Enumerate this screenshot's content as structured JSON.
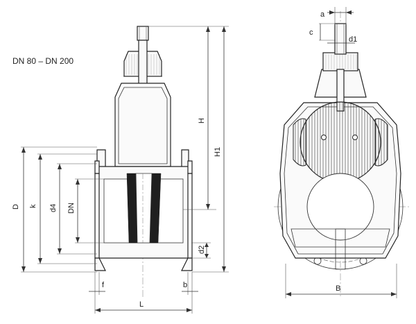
{
  "title": "DN 80 – DN 200",
  "labels": {
    "a": "a",
    "c": "c",
    "d1": "d1",
    "H": "H",
    "H1": "H1",
    "D": "D",
    "k": "k",
    "d4": "d4",
    "DN": "DN",
    "d2": "d2",
    "f": "f",
    "b": "b",
    "L": "L",
    "B": "B"
  }
}
